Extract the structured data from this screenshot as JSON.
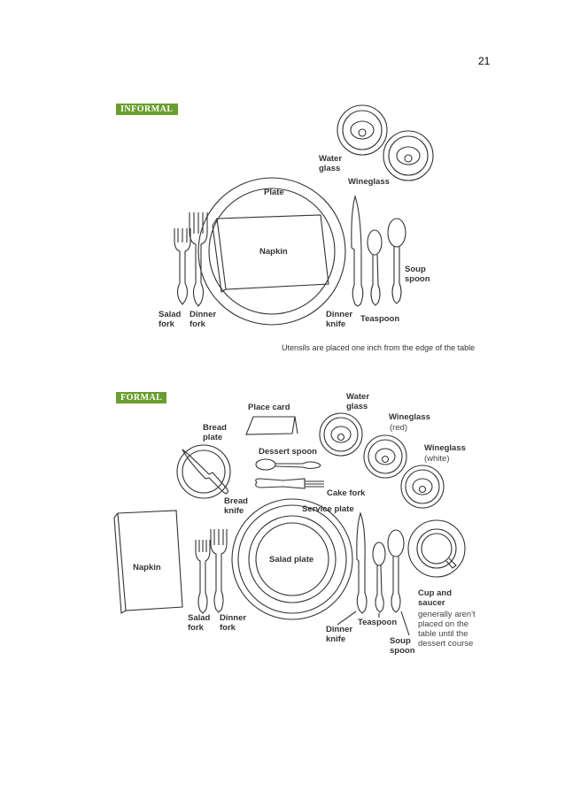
{
  "page_number": "21",
  "informal": {
    "heading": "INFORMAL",
    "labels": {
      "water_glass": "Water\nglass",
      "wineglass": "Wineglass",
      "plate": "Plate",
      "napkin": "Napkin",
      "soup_spoon": "Soup\nspoon",
      "salad_fork": "Salad\nfork",
      "dinner_fork": "Dinner\nfork",
      "dinner_knife": "Dinner\nknife",
      "teaspoon": "Teaspoon"
    },
    "caption": "Utensils are placed one inch from the edge of the table"
  },
  "formal": {
    "heading": "FORMAL",
    "labels": {
      "place_card": "Place card",
      "water_glass": "Water\nglass",
      "wineglass_red": "Wineglass",
      "wineglass_red_note": "(red)",
      "wineglass_white": "Wineglass",
      "wineglass_white_note": "(white)",
      "bread_plate": "Bread\nplate",
      "dessert_spoon": "Dessert spoon",
      "cake_fork": "Cake fork",
      "bread_knife": "Bread\nknife",
      "service_plate": "Service plate",
      "napkin": "Napkin",
      "salad_plate": "Salad plate",
      "salad_fork": "Salad\nfork",
      "dinner_fork": "Dinner\nfork",
      "dinner_knife": "Dinner\nknife",
      "teaspoon": "Teaspoon",
      "soup_spoon": "Soup\nspoon",
      "cup_and_saucer": "Cup and\nsaucer",
      "cup_note": "generally aren't\nplaced on the\ntable until the\ndessert course"
    }
  }
}
